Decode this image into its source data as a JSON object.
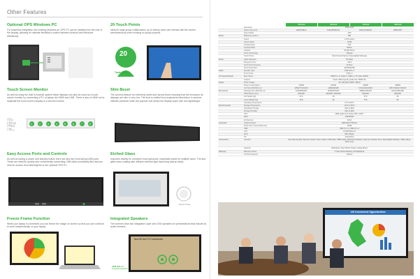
{
  "section_title": "Other Features",
  "features": {
    "ops": {
      "title": "Optional OPS Windows PC",
      "body": "For seamless integration into existing networks an OPS PC can be installed into the rear of the display, allowing for ultimate flexibility to switch between Android and Windows effortlessly."
    },
    "touch_points": {
      "title": "20 Touch Points",
      "body": "Ideal for large group collaboration, up to twenty users can interact with the screen simultaneously when working on group projects.",
      "badge_number": "20",
      "badge_label": "Touch Points"
    },
    "monitor": {
      "title": "Touch Screen Monitor",
      "body": "As well as using the built in Android system these displays can also be used as a touch screen monitor by connecting a PC or laptop via HDMI and USB. There is also a HDMI out to duplicate the touch screen display to a second monitor.",
      "ports": [
        "1",
        "2",
        "3",
        "4",
        "5",
        "6",
        "7",
        "8"
      ],
      "legend": [
        "1. AC in",
        "2. RS-232",
        "3. HDMI in x2",
        "4. Touch USB",
        "5. Audio Out",
        "6. PC Audio",
        "7. LAN",
        "8. HDMI out"
      ]
    },
    "bezel": {
      "title": "Slim Bezel",
      "body": "The screens feature an extremely sleek and narrow bezel meaning that the enclosure its displays are slim in very low. The front is crafted from engineered aluminium to achieve ultimate precision while the polymer rear keeps the display super slim and lightweight."
    },
    "ports_access": {
      "title": "Easy Access Ports and Controls",
      "body": "As well as having a power and standby button there are also two front facing USB ports. These are ideal for quickly and conveniently connecting USB sticks containing files that you need to access from MeetingPad or the optional OPS PC."
    },
    "glass": {
      "title": "Etched Glass",
      "body": "Improves tactility for smoother touch gestures, especially useful for multiple users. The anti-glare nano-coating also diffuses external light improving optical clarity.",
      "label": "Etched Glass"
    },
    "frozen": {
      "title": "Freeze Frame Function",
      "body": "While your laptop is connected you can freeze the image on screen so that you can continue to work independently on your laptop."
    },
    "speakers": {
      "title": "Integrated Speakers",
      "body": "The screens have two integrated super slim 10W speakers for presentations that include an audio element.",
      "tv_label": "New 55 Inch TV Commercial",
      "speaker_label": "10W, 8Ω x 2",
      "speaker_sub": "Integrated Speakers"
    }
  },
  "spec_table": {
    "columns": [
      "55 Inch",
      "65 Inch",
      "75 Inch",
      "86 Inch"
    ],
    "rows": [
      {
        "cat": "",
        "label": "Resolution",
        "vals": [
          "3840x2160",
          "",
          "",
          ""
        ],
        "span": true
      },
      {
        "cat": "",
        "label": "Active Area (mm)",
        "vals": [
          "1209.6x680.4",
          "1428.48x803.52",
          "1650.24x928.26",
          "1895x1067"
        ]
      },
      {
        "cat": "",
        "label": "Aspect Ratio",
        "vals": [
          "16:9",
          "",
          "",
          ""
        ],
        "span": true
      },
      {
        "cat": "Panel",
        "label": "Brightness (cd/m²)",
        "vals": [
          "350",
          "",
          "",
          ""
        ],
        "span": true
      },
      {
        "cat": "",
        "label": "Colour",
        "vals": [
          "1.07G colors",
          "",
          "",
          ""
        ],
        "span": true
      },
      {
        "cat": "",
        "label": "Colour Depth",
        "vals": [
          "10 Bit",
          "",
          "",
          ""
        ],
        "span": true
      },
      {
        "cat": "",
        "label": "Viewing Angle",
        "vals": [
          "178°",
          "",
          "",
          ""
        ],
        "span": true
      },
      {
        "cat": "",
        "label": "Contrast Ratio",
        "vals": [
          "5000:1",
          "",
          "",
          ""
        ],
        "span": true
      },
      {
        "cat": "",
        "label": "Lifespan",
        "vals": [
          "50,000 Hours",
          "",
          "",
          ""
        ],
        "span": true
      },
      {
        "cat": "",
        "label": "Touch Technology",
        "vals": [
          "Infrared",
          "",
          "",
          ""
        ],
        "span": true
      },
      {
        "cat": "",
        "label": "Touch Points",
        "vals": [
          "20 (10 Touch Points in MeetingPad Software)",
          "",
          "",
          ""
        ],
        "span": true
      },
      {
        "cat": "Touch",
        "label": "Glass Hardness",
        "vals": [
          "7H Mohs",
          "",
          "",
          ""
        ],
        "span": true
      },
      {
        "cat": "",
        "label": "Response Time",
        "vals": [
          "<8ms",
          "",
          "",
          ""
        ],
        "span": true
      },
      {
        "cat": "",
        "label": "Touch Point Accuracy",
        "vals": [
          "±1.5mm",
          "",
          "",
          ""
        ],
        "span": true
      },
      {
        "cat": "",
        "label": "Touch Resolution",
        "vals": [
          "32768x32768",
          "",
          "",
          ""
        ],
        "span": true
      },
      {
        "cat": "Audio",
        "label": "Speaker Type",
        "vals": [
          "10W, 8Ω x 2",
          "",
          "",
          ""
        ],
        "span": true
      },
      {
        "cat": "",
        "label": "Front Inputs",
        "vals": [
          "USB x 2",
          "",
          "",
          ""
        ],
        "span": true
      },
      {
        "cat": "I/O Inputs/Outputs",
        "label": "Rear Inputs",
        "vals": [
          "HDMI In x 2, Audio In, USB x 2, TF Card, RS232",
          "",
          "",
          ""
        ],
        "span": true
      },
      {
        "cat": "",
        "label": "Outputs",
        "vals": [
          "Touch USB (Type B), Audio Out, HDMI Out",
          "",
          "",
          ""
        ],
        "span": true
      },
      {
        "cat": "Power",
        "label": "Power Supply",
        "vals": [
          "AC 100-240V (50Hz / 60Hz)",
          "",
          "",
          ""
        ],
        "span": true
      },
      {
        "cat": "",
        "label": "Power Consumption",
        "vals": [
          "≤150W",
          "≤200W",
          "≤280W",
          "≤380W"
        ]
      },
      {
        "cat": "",
        "label": "Unit Size (WxHxD) mm",
        "vals": [
          "1259x774.6x94.8",
          "1480x904x98",
          "1710x1020x108.5",
          "1957.8x1152.7x99.63"
        ]
      },
      {
        "cat": "Mechanical",
        "label": "Package Size (WxHxD) mm",
        "vals": [
          "1415x805x200",
          "1626x975x230",
          "1888x1135x233",
          "2212x1455x180"
        ]
      },
      {
        "cat": "",
        "label": "VESA Mount (mm)",
        "vals": [
          "400x400",
          "400x400 / 800x400",
          "600x400",
          "800x400"
        ]
      },
      {
        "cat": "",
        "label": "Net Weight (kg)",
        "vals": [
          "27.6",
          "40",
          "57.8",
          "66"
        ]
      },
      {
        "cat": "",
        "label": "Gross Weight (kg)",
        "vals": [
          "33.8",
          "48",
          "70.5",
          "80"
        ]
      },
      {
        "cat": "",
        "label": "Operating Temperature",
        "vals": [
          "0°C to 40°C",
          "",
          "",
          ""
        ],
        "span": true
      },
      {
        "cat": "Environmental",
        "label": "Storage Temperature",
        "vals": [
          "-20°C to 60°C",
          "",
          "",
          ""
        ],
        "span": true
      },
      {
        "cat": "",
        "label": "Operating Humidity",
        "vals": [
          "10% to 90%",
          "",
          "",
          ""
        ],
        "span": true
      },
      {
        "cat": "",
        "label": "Storage Humidity",
        "vals": [
          "10% to 90%",
          "",
          "",
          ""
        ],
        "span": true
      },
      {
        "cat": "",
        "label": "CPU",
        "vals": [
          "ARM Quad Core Cortex A53 1.4GHz",
          "",
          "",
          ""
        ],
        "span": true
      },
      {
        "cat": "",
        "label": "RAM",
        "vals": [
          "2GB DDR3",
          "",
          "",
          ""
        ],
        "span": true
      },
      {
        "cat": "",
        "label": "Architecture",
        "vals": [
          "64 bit",
          "",
          "",
          ""
        ],
        "span": true
      },
      {
        "cat": "Computer",
        "label": "Graphic Engine",
        "vals": [
          "ARM Mali T720mp2",
          "",
          "",
          ""
        ],
        "span": true
      },
      {
        "cat": "",
        "label": "Flash Drive (Internal Memory)",
        "vals": [
          "16GB",
          "",
          "",
          ""
        ],
        "span": true
      },
      {
        "cat": "",
        "label": "USB",
        "vals": [
          "USB 3.0 x 2, USB 2.0 x 2",
          "",
          "",
          ""
        ],
        "span": true
      },
      {
        "cat": "",
        "label": "LAN",
        "vals": [
          "10/100 Ethernet",
          "",
          "",
          ""
        ],
        "span": true
      },
      {
        "cat": "",
        "label": "Wi-Fi",
        "vals": [
          "802.11b/g/n",
          "",
          "",
          ""
        ],
        "span": true
      },
      {
        "cat": "",
        "label": "OS",
        "vals": [
          "Android 8.0",
          "",
          "",
          ""
        ],
        "span": true
      },
      {
        "cat": "Accessories",
        "label": "Included",
        "vals": [
          "User Manual (CD), Remote Control, Power Cable, USB Cable, HDMI Cable, Wall Mount Bracket, Styli (x2), Solution Pens, MeetingPad Software, Tablet Stand, OPS Cover",
          "",
          "",
          ""
        ],
        "span": true,
        "tall": true
      },
      {
        "cat": "",
        "label": "Optional",
        "vals": [
          "Wall Mount, Floor Mount Trolley, Ceiling Mount",
          "",
          "",
          ""
        ],
        "span": true
      },
      {
        "cat": "Warranty",
        "label": "Warranty Period",
        "vals": [
          "3 Year Onsite Warranty (UK Mainland)",
          "",
          "",
          ""
        ],
        "span": true
      },
      {
        "cat": "",
        "label": "Technical Support",
        "vals": [
          "Lifetime",
          "",
          "",
          ""
        ],
        "span": true
      }
    ]
  },
  "photo": {
    "screen_title": "UK Investment Opportunities"
  }
}
